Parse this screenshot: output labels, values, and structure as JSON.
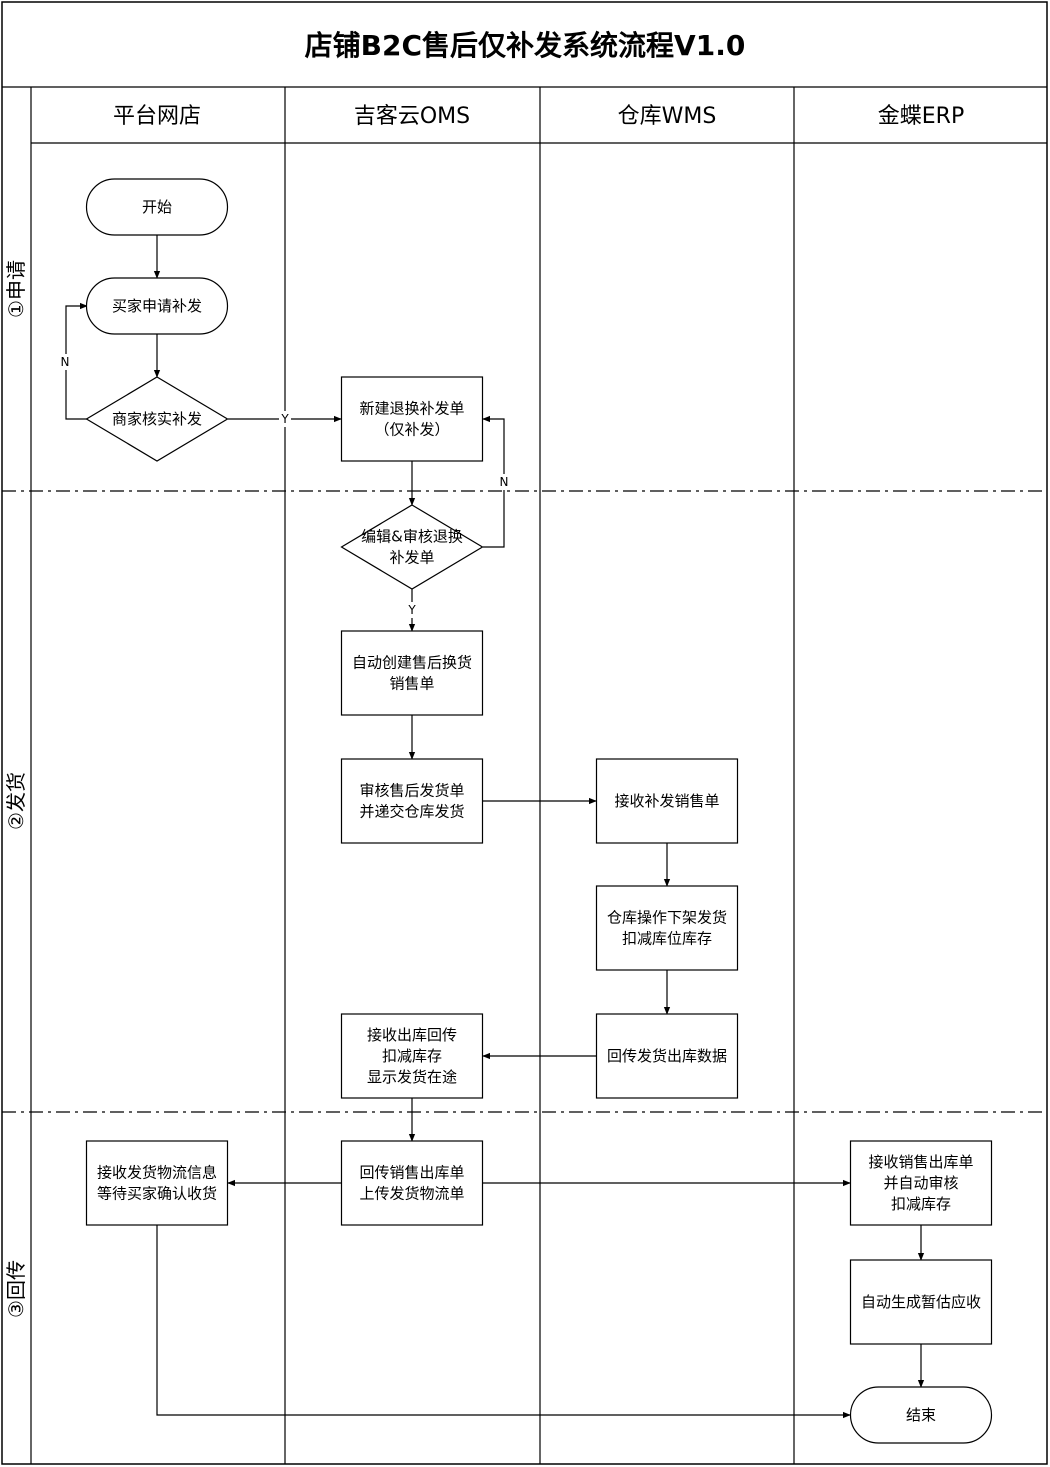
{
  "title": "店铺B2C售后仅补发系统流程V1.0",
  "lanes": [
    {
      "id": "platform",
      "label": "平台网店"
    },
    {
      "id": "oms",
      "label": "吉客云OMS"
    },
    {
      "id": "wms",
      "label": "仓库WMS"
    },
    {
      "id": "erp",
      "label": "金蝶ERP"
    }
  ],
  "phases": [
    {
      "id": "apply",
      "label": "①申请"
    },
    {
      "id": "ship",
      "label": "②发货"
    },
    {
      "id": "return",
      "label": "③回传"
    }
  ],
  "nodes": [
    {
      "id": "start",
      "shape": "terminal",
      "lines": [
        "开始"
      ]
    },
    {
      "id": "buyer_apply",
      "shape": "terminal",
      "lines": [
        "买家申请补发"
      ]
    },
    {
      "id": "merchant_verify",
      "shape": "decision",
      "lines": [
        "商家核实补发"
      ]
    },
    {
      "id": "create_order",
      "shape": "process",
      "lines": [
        "新建退换补发单",
        "（仅补发）"
      ]
    },
    {
      "id": "edit_review",
      "shape": "decision",
      "lines": [
        "编辑&审核退换",
        "补发单"
      ]
    },
    {
      "id": "auto_create",
      "shape": "process",
      "lines": [
        "自动创建售后换货",
        "销售单"
      ]
    },
    {
      "id": "review_submit",
      "shape": "process",
      "lines": [
        "审核售后发货单",
        "并递交仓库发货"
      ]
    },
    {
      "id": "wms_receive",
      "shape": "process",
      "lines": [
        "接收补发销售单"
      ]
    },
    {
      "id": "wms_operate",
      "shape": "process",
      "lines": [
        "仓库操作下架发货",
        "扣减库位库存"
      ]
    },
    {
      "id": "wms_return",
      "shape": "process",
      "lines": [
        "回传发货出库数据"
      ]
    },
    {
      "id": "oms_receive",
      "shape": "process",
      "lines": [
        "接收出库回传",
        "扣减库存",
        "显示发货在途"
      ]
    },
    {
      "id": "oms_return",
      "shape": "process",
      "lines": [
        "回传销售出库单",
        "上传发货物流单"
      ]
    },
    {
      "id": "platform_receive",
      "shape": "process",
      "lines": [
        "接收发货物流信息",
        "等待买家确认收货"
      ]
    },
    {
      "id": "erp_receive",
      "shape": "process",
      "lines": [
        "接收销售出库单",
        "并自动审核",
        "扣减库存"
      ]
    },
    {
      "id": "erp_ar",
      "shape": "process",
      "lines": [
        "自动生成暂估应收"
      ]
    },
    {
      "id": "end",
      "shape": "terminal",
      "lines": [
        "结束"
      ]
    }
  ],
  "edges": [
    {
      "from": "start",
      "to": "buyer_apply",
      "label": ""
    },
    {
      "from": "buyer_apply",
      "to": "merchant_verify",
      "label": ""
    },
    {
      "from": "merchant_verify",
      "to": "buyer_apply",
      "label": "N"
    },
    {
      "from": "merchant_verify",
      "to": "create_order",
      "label": "Y"
    },
    {
      "from": "create_order",
      "to": "edit_review",
      "label": ""
    },
    {
      "from": "edit_review",
      "to": "create_order",
      "label": "N"
    },
    {
      "from": "edit_review",
      "to": "auto_create",
      "label": "Y"
    },
    {
      "from": "auto_create",
      "to": "review_submit",
      "label": ""
    },
    {
      "from": "review_submit",
      "to": "wms_receive",
      "label": ""
    },
    {
      "from": "wms_receive",
      "to": "wms_operate",
      "label": ""
    },
    {
      "from": "wms_operate",
      "to": "wms_return",
      "label": ""
    },
    {
      "from": "wms_return",
      "to": "oms_receive",
      "label": ""
    },
    {
      "from": "oms_receive",
      "to": "oms_return",
      "label": ""
    },
    {
      "from": "oms_return",
      "to": "platform_receive",
      "label": ""
    },
    {
      "from": "oms_return",
      "to": "erp_receive",
      "label": ""
    },
    {
      "from": "erp_receive",
      "to": "erp_ar",
      "label": ""
    },
    {
      "from": "erp_ar",
      "to": "end",
      "label": ""
    },
    {
      "from": "platform_receive",
      "to": "end",
      "label": ""
    }
  ]
}
